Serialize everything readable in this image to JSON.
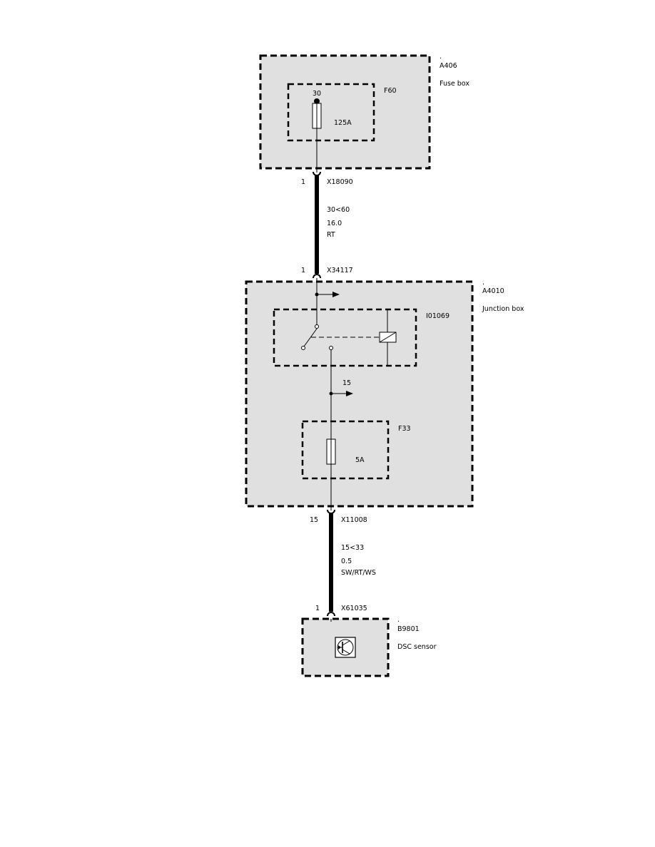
{
  "components": {
    "fuse_box": {
      "dot": ".",
      "id": "A406",
      "name": "Fuse box"
    },
    "fuse_f60": {
      "id": "F60",
      "terminal": "30",
      "rating": "125A"
    },
    "junction_box": {
      "dot": ".",
      "id": "A4010",
      "name": "Junction box"
    },
    "relay": {
      "id": "I01069",
      "output_terminal": "15"
    },
    "fuse_f33": {
      "id": "F33",
      "rating": "5A"
    },
    "dsc_sensor": {
      "dot": ".",
      "id": "B9801",
      "name": "DSC sensor"
    }
  },
  "connectors": {
    "x18090": {
      "pin": "1",
      "id": "X18090"
    },
    "x34117": {
      "pin": "1",
      "id": "X34117"
    },
    "x11008": {
      "pin": "15",
      "id": "X11008"
    },
    "x61035": {
      "pin": "1",
      "id": "X61035"
    }
  },
  "wires": {
    "upper": {
      "circuit": "30<60",
      "gauge": "16.0",
      "color": "RT"
    },
    "lower": {
      "circuit": "15<33",
      "gauge": "0.5",
      "color": "SW/RT/WS"
    }
  }
}
